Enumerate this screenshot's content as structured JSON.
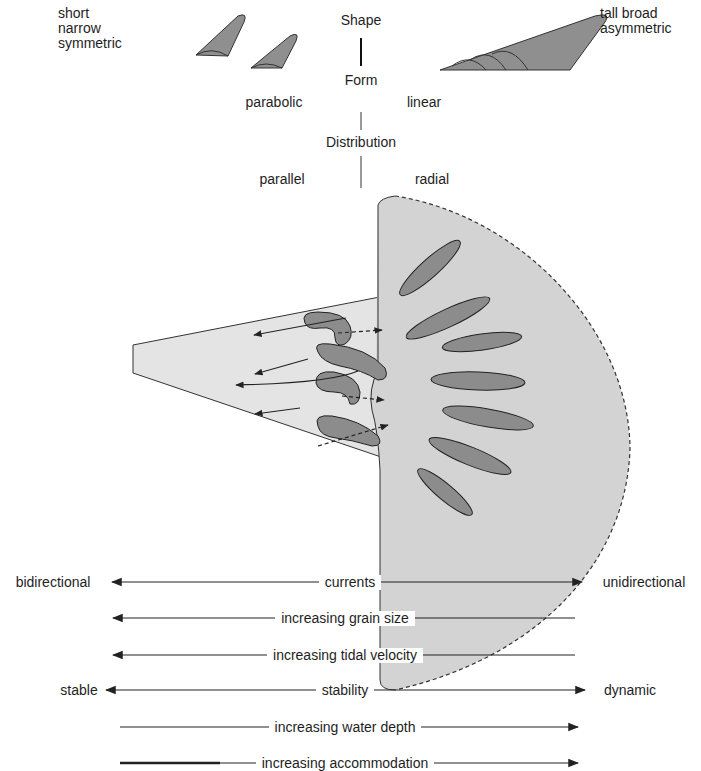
{
  "diagram": {
    "labels": [
      "short narrow symmetric",
      "Shape",
      "tall broad asymmetric",
      "Form",
      "parabolic",
      "linear",
      "Distribution",
      "parallel",
      "radial",
      "bidirectional",
      "currents",
      "unidirectional",
      "increasing grain size",
      "increasing tidal velocity",
      "stable",
      "stability",
      "dynamic",
      "increasing water depth",
      "increasing accommodation"
    ]
  }
}
